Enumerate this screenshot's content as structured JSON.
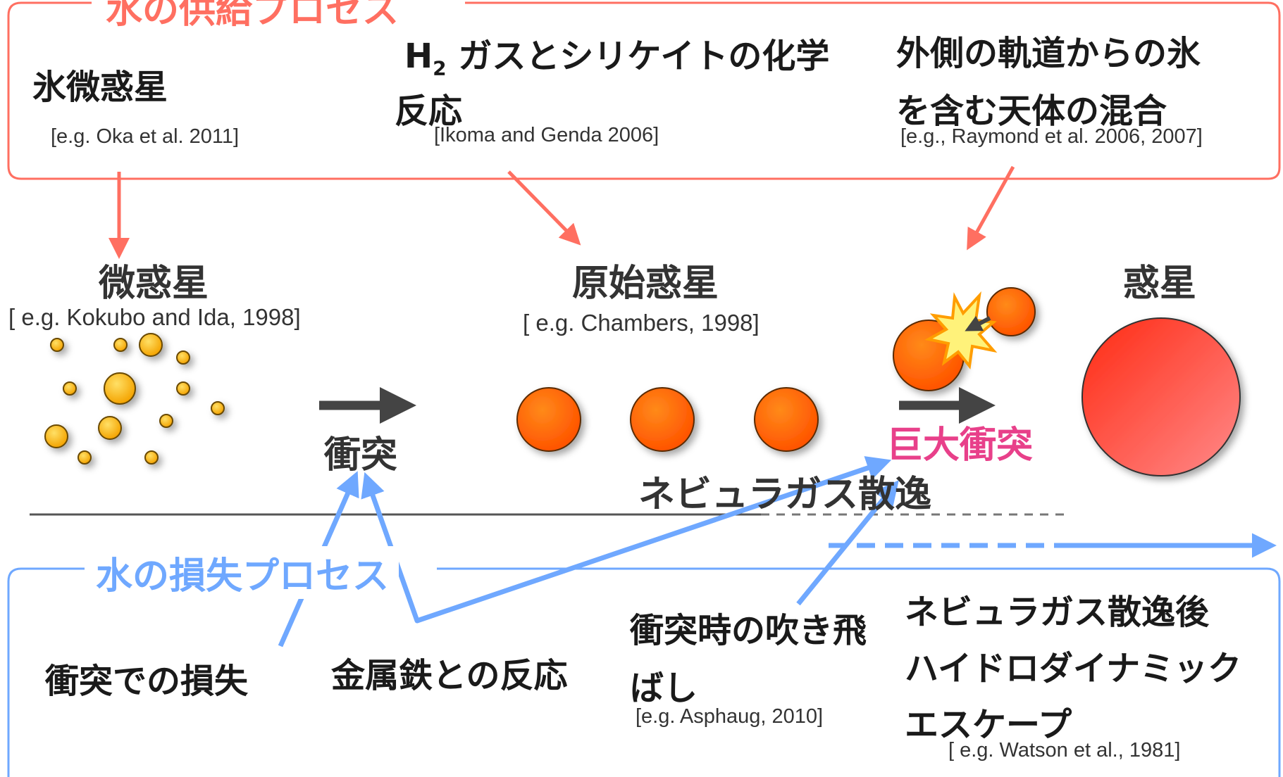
{
  "colors": {
    "supply": "#ff6f61",
    "loss": "#6fa8ff",
    "magenta": "#e8408a",
    "dark_arrow": "#444444"
  },
  "supply": {
    "title": "水の供給プロセス",
    "items": [
      {
        "lines": [
          "氷微惑星"
        ],
        "cite": "[e.g. Oka et al. 2011]"
      },
      {
        "lines": [
          "H",
          "2",
          " ガスとシリケイトの化学",
          "反応"
        ],
        "cite": "[Ikoma and Genda 2006]"
      },
      {
        "lines": [
          "外側の軌道からの氷",
          "を含む天体の混合"
        ],
        "cite": "[e.g., Raymond et al. 2006, 2007]"
      }
    ]
  },
  "stages": {
    "planetesimal": {
      "label": "微惑星",
      "cite": "[ e.g. Kokubo and Ida, 1998]"
    },
    "protoplanet": {
      "label": "原始惑星",
      "cite": "[ e.g. Chambers, 1998]"
    },
    "planet": {
      "label": "惑星"
    },
    "collision": "衝突",
    "giant_impact": "巨大衝突",
    "nebula_escape": "ネビュラガス散逸"
  },
  "loss": {
    "title": "水の損失プロセス",
    "items": [
      {
        "lines": [
          "衝突での損失"
        ]
      },
      {
        "lines": [
          "金属鉄との反応"
        ]
      },
      {
        "lines": [
          "衝突時の吹き飛",
          "ばし"
        ],
        "cite": "[e.g. Asphaug, 2010]"
      },
      {
        "lines": [
          "ネビュラガス散逸後",
          "ハイドロダイナミック",
          "エスケープ"
        ],
        "cite": "[ e.g. Watson et al., 1981]"
      }
    ]
  }
}
